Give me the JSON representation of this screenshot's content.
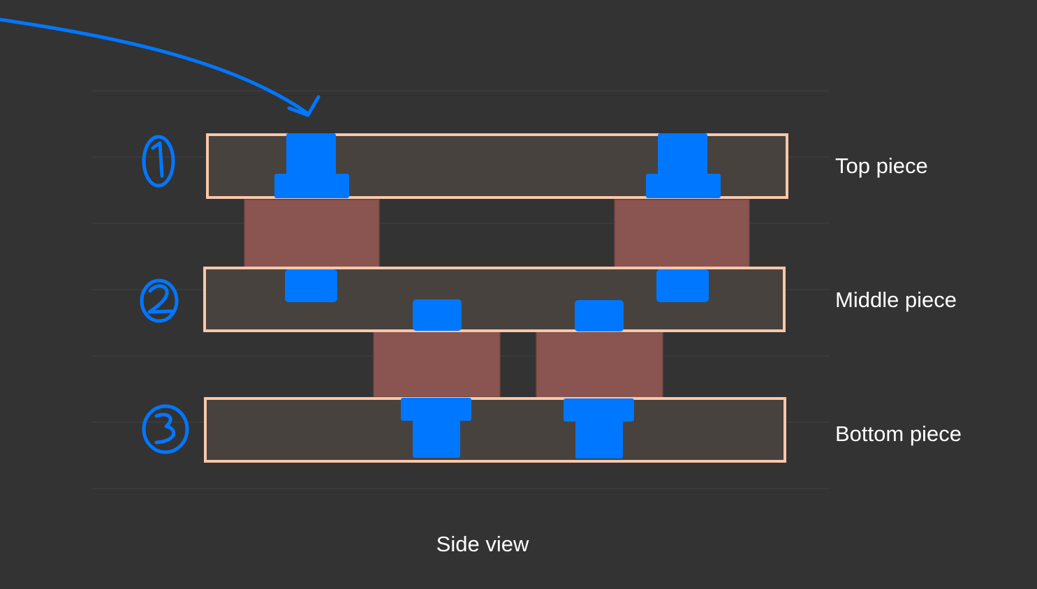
{
  "pieces": [
    {
      "label": "Top piece"
    },
    {
      "label": "Middle piece"
    },
    {
      "label": "Bottom piece"
    }
  ],
  "caption": "Side view",
  "colors": {
    "background": "#333333",
    "board_fill": "#48423e",
    "board_outline": "#f8c7aa",
    "spacer": "#8a5550",
    "fastener": "#0077ff",
    "annotation": "#0077ff",
    "grid_line": "#3c3c3c"
  }
}
